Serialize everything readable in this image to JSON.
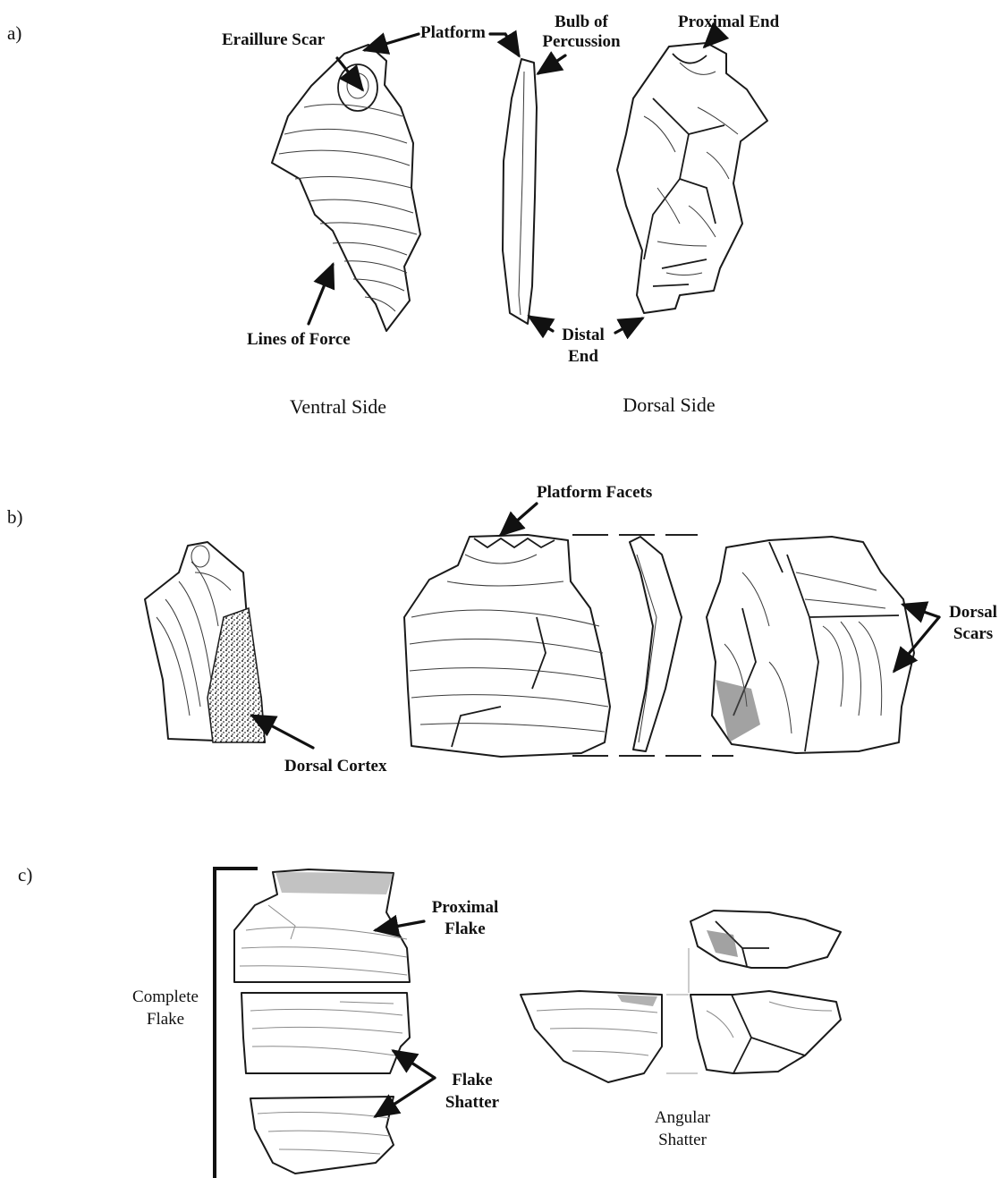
{
  "panels": {
    "a": {
      "letter": "a)",
      "eraillure_scar": "Eraillure Scar",
      "platform": "Platform",
      "bulb_line1": "Bulb of",
      "bulb_line2": "Percussion",
      "proximal_end": "Proximal End",
      "lines_of_force": "Lines of Force",
      "distal_line1": "Distal",
      "distal_line2": "End",
      "ventral_side": "Ventral Side",
      "dorsal_side": "Dorsal Side"
    },
    "b": {
      "letter": "b)",
      "platform_facets": "Platform Facets",
      "dorsal_cortex": "Dorsal Cortex",
      "dorsal_scars_line1": "Dorsal",
      "dorsal_scars_line2": "Scars"
    },
    "c": {
      "letter": "c)",
      "complete_line1": "Complete",
      "complete_line2": "Flake",
      "proximal_line1": "Proximal",
      "proximal_line2": "Flake",
      "flake_shatter_line1": "Flake",
      "flake_shatter_line2": "Shatter",
      "angular_line1": "Angular",
      "angular_line2": "Shatter"
    }
  }
}
